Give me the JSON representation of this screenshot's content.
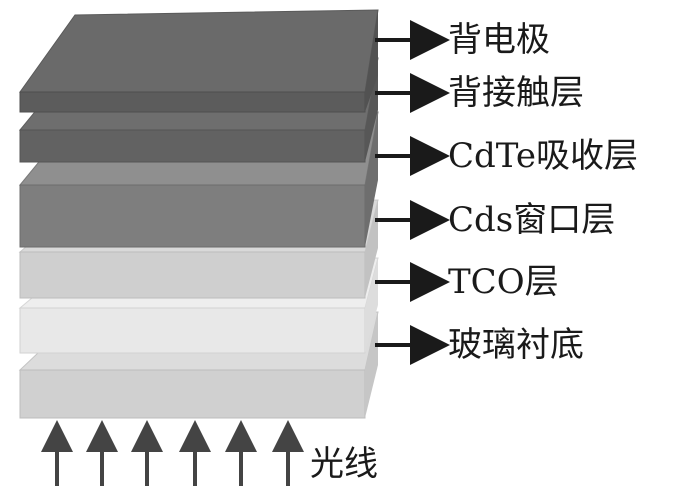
{
  "layers": [
    {
      "label": "背电极"
    },
    {
      "label": "背接触层"
    },
    {
      "label": "CdTe吸收层"
    },
    {
      "label": "Cds窗口层"
    },
    {
      "label": "TCO层"
    },
    {
      "label": "玻璃衬底"
    }
  ],
  "light": {
    "label": "光线",
    "arrow_count": 6
  }
}
